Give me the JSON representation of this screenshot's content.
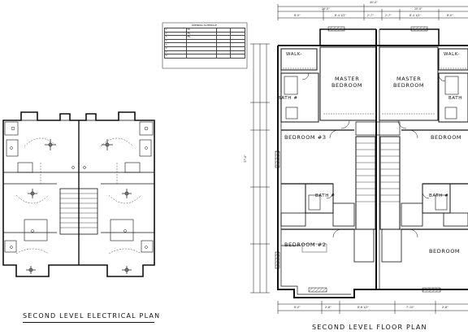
{
  "titles": {
    "electrical": "SECOND LEVEL ELECTRICAL PLAN",
    "floor": "SECOND LEVEL FLOOR PLAN"
  },
  "rooms": {
    "walk_in_left": "WALK-",
    "walk_in_right": "WALK-",
    "master_left_1": "MASTER",
    "master_left_2": "BEDROOM",
    "master_right_1": "MASTER",
    "master_right_2": "BEDROOM",
    "bath_left": "BATH #",
    "bath_right": "BATH",
    "bedroom3_left": "BEDROOM #3",
    "bedroom3_right": "BEDROOM",
    "bath2_left": "BATH #",
    "bath2_right": "BATH #",
    "bedroom2_left": "BEDROOM #2",
    "bedroom2_right": "BEDROOM"
  },
  "schedule": {
    "title": "OPENING SCHEDULE",
    "rows": [
      [
        "1",
        "EN",
        "",
        ""
      ],
      [
        "2",
        "EN",
        "",
        ""
      ],
      [
        "3",
        "EN",
        "",
        ""
      ],
      [
        "4",
        "",
        "",
        ""
      ],
      [
        "5",
        "",
        "",
        ""
      ],
      [
        "6",
        "",
        "",
        ""
      ],
      [
        "7",
        "",
        "",
        ""
      ],
      [
        "8",
        "",
        "",
        ""
      ]
    ]
  },
  "dimensions": {
    "top_overall": "40'-0\"",
    "top_left_half": "20'-0\"",
    "top_right_half": "20'-0\"",
    "top_a": "8'-0\"",
    "top_b": "8'-4 1/2\"",
    "top_c": "2'-7\"",
    "top_d": "2'-7\"",
    "top_e": "8'-4 1/2\"",
    "top_f": "8'-0\"",
    "bottom_a": "8'-0\"",
    "bottom_b": "2'-8\"",
    "bottom_c": "8'-6 1/2\"",
    "bottom_d": "7'-10\"",
    "bottom_e": "2'-8\"",
    "side_overall": "37'-0\""
  }
}
